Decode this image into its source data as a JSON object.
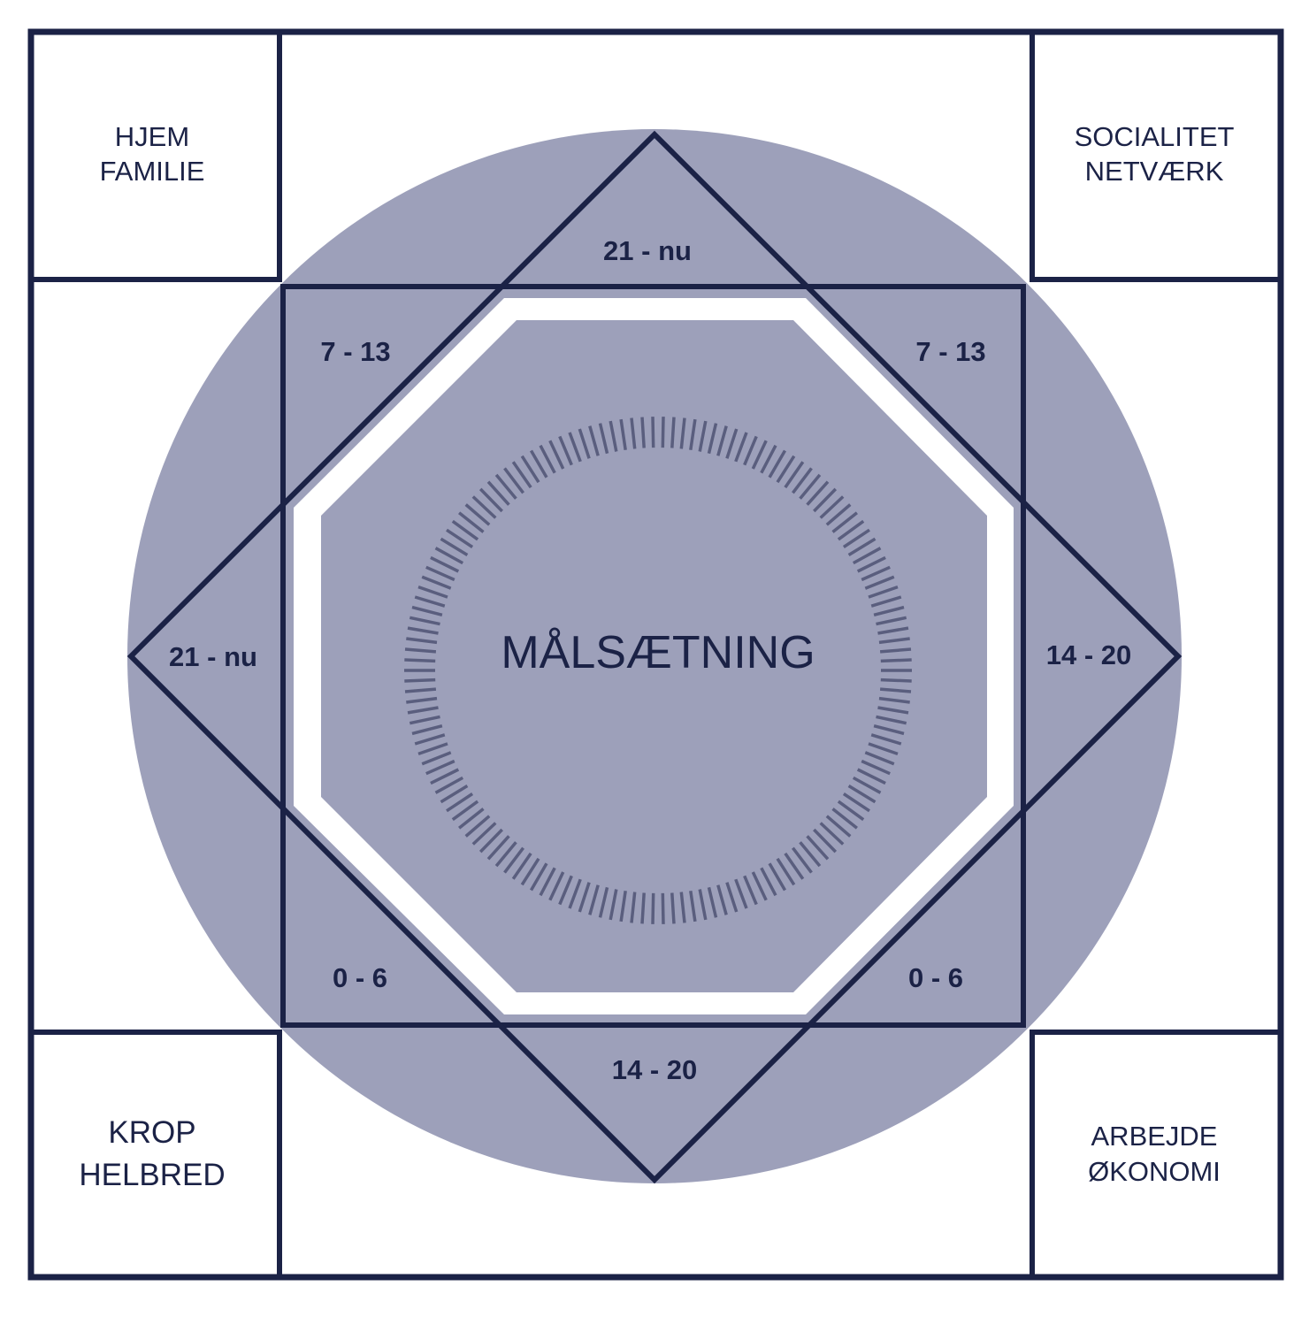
{
  "colors": {
    "navy": "#1b2246",
    "fill": "#9da0ba",
    "tick": "#5a5e7e",
    "white": "#ffffff"
  },
  "corners": {
    "top_left": [
      "HJEM",
      "FAMILIE"
    ],
    "top_right": [
      "SOCIALITET",
      "NETVÆRK"
    ],
    "bottom_left": [
      "KROP",
      "HELBRED"
    ],
    "bottom_right": [
      "ARBEJDE",
      "ØKONOMI"
    ]
  },
  "ages": {
    "top": "21 - nu",
    "upper_left": "7 - 13",
    "upper_right": "7 - 13",
    "left": "21 - nu",
    "right": "14 - 20",
    "lower_left": "0 - 6",
    "lower_right": "0 - 6",
    "bottom": "14 - 20"
  },
  "center": "MÅLSÆTNING"
}
